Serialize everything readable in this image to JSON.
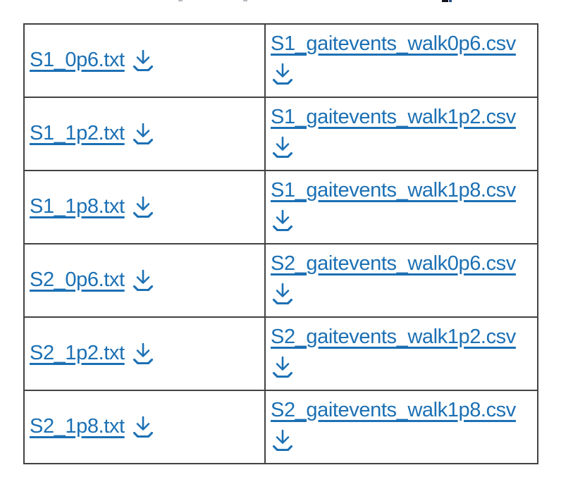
{
  "colors": {
    "link_blue": "#1c70b4",
    "table_border": "#424242",
    "page_bg": "#ffffff"
  },
  "icons": {
    "download": "download-icon"
  },
  "table": {
    "rows": [
      {
        "txt_file": "S1_0p6.txt",
        "csv_file": "S1_gaitevents_walk0p6.csv"
      },
      {
        "txt_file": "S1_1p2.txt",
        "csv_file": "S1_gaitevents_walk1p2.csv"
      },
      {
        "txt_file": "S1_1p8.txt",
        "csv_file": "S1_gaitevents_walk1p8.csv"
      },
      {
        "txt_file": "S2_0p6.txt",
        "csv_file": "S2_gaitevents_walk0p6.csv"
      },
      {
        "txt_file": "S2_1p2.txt",
        "csv_file": "S2_gaitevents_walk1p2.csv"
      },
      {
        "txt_file": "S2_1p8.txt",
        "csv_file": "S2_gaitevents_walk1p8.csv"
      }
    ]
  }
}
